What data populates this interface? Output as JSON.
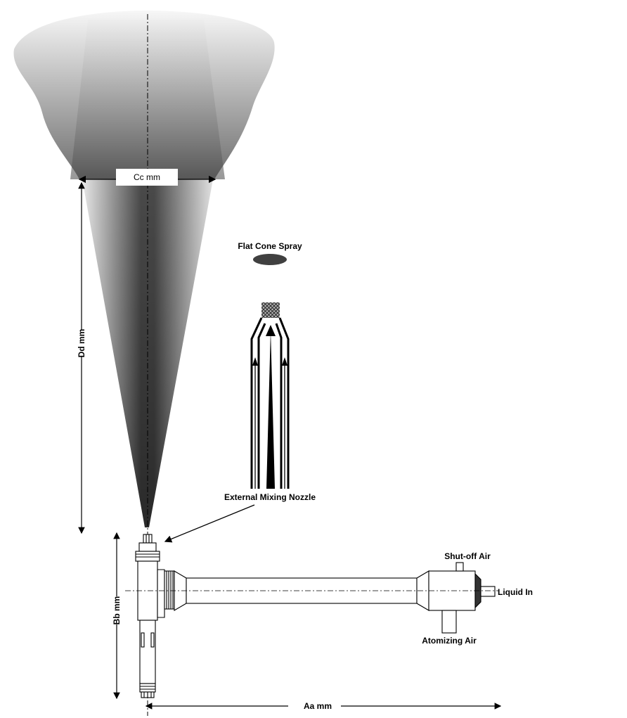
{
  "labels": {
    "flat_cone_spray": "Flat Cone Spray",
    "external_mixing_nozzle": "External Mixing Nozzle",
    "shut_off_air": "Shut-off Air",
    "liquid_in": "Liquid In",
    "atomizing_air": "Atomizing Air"
  },
  "dimensions": {
    "spray_width": "Cc mm",
    "spray_distance": "Dd mm",
    "body_height": "Bb mm",
    "body_length": "Aa mm"
  },
  "colors": {
    "spray_dark": "#1a1a1a",
    "spray_light": "#f2f2f2",
    "ellipse": "#404040",
    "line": "#000000"
  }
}
